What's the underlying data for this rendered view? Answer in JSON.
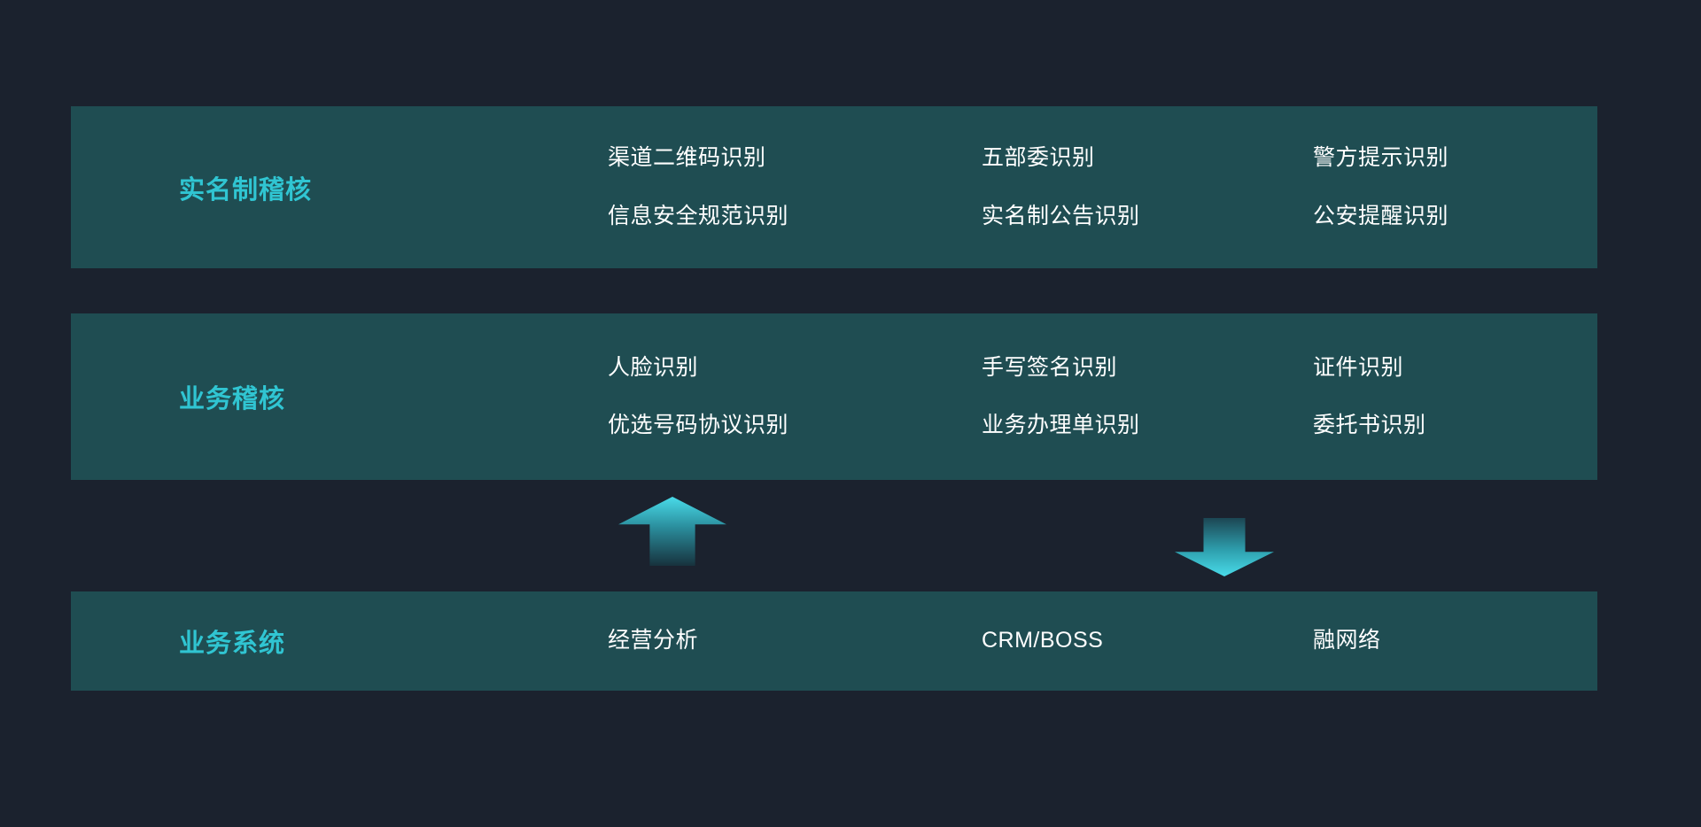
{
  "colors": {
    "page_background": "#1b222e",
    "band_background": "#1f4d52",
    "accent_cyan": "#30c5d2",
    "item_text": "#ffffff",
    "arrow_bright": "#49dbe9"
  },
  "bands": [
    {
      "label": "实名制稽核",
      "columns": [
        {
          "items": [
            "渠道二维码识别",
            "信息安全规范识别"
          ]
        },
        {
          "items": [
            "五部委识别",
            "实名制公告识别"
          ]
        },
        {
          "items": [
            "警方提示识别",
            "公安提醒识别"
          ]
        }
      ]
    },
    {
      "label": "业务稽核",
      "columns": [
        {
          "items": [
            "人脸识别",
            "优选号码协议识别"
          ]
        },
        {
          "items": [
            "手写签名识别",
            "业务办理单识别"
          ]
        },
        {
          "items": [
            "证件识别",
            "委托书识别"
          ]
        }
      ]
    },
    {
      "label": "业务系统",
      "columns": [
        {
          "items": [
            "经营分析"
          ]
        },
        {
          "items": [
            "CRM/BOSS"
          ]
        },
        {
          "items": [
            "融网络"
          ]
        }
      ]
    }
  ],
  "icons": [
    {
      "name": "arrow-up-icon",
      "direction": "up"
    },
    {
      "name": "arrow-down-icon",
      "direction": "down"
    }
  ]
}
